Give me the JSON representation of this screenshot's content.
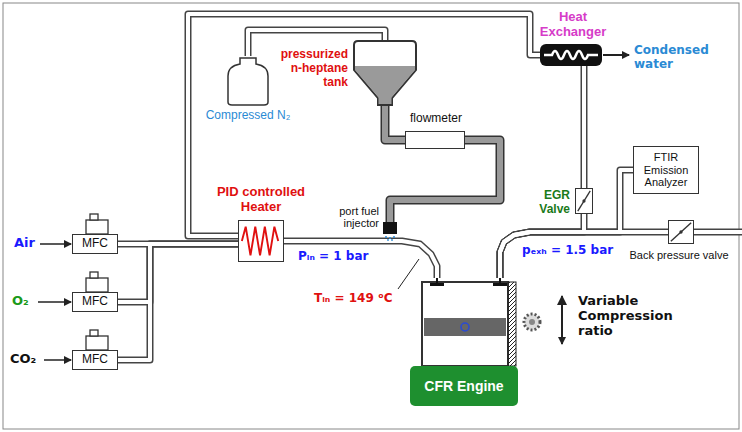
{
  "diagram": {
    "nodes": [
      {
        "text": [
          "MFC"
        ]
      },
      {
        "text": [
          "MFC"
        ]
      },
      {
        "text": [
          "MFC"
        ]
      },
      {
        "text": [
          "PID controlled Heater"
        ]
      },
      {
        "text": [
          "Compressed N₂"
        ]
      },
      {
        "text": [
          "pressurized n-heptane tank"
        ]
      },
      {
        "text": [
          "flowmeter"
        ]
      },
      {
        "text": [
          "port fuel injector"
        ]
      },
      {
        "text": [
          "Heat Exchanger"
        ]
      },
      {
        "text": [
          "EGR Valve"
        ]
      },
      {
        "text": [
          "FTIR Emission Analyzer"
        ]
      },
      {
        "text": [
          "Back pressure valve"
        ]
      },
      {
        "text": [
          "CFR Engine"
        ]
      }
    ],
    "edges": [
      {
        "from": 0,
        "to": 3,
        "arrow": "none"
      },
      {
        "from": 1,
        "to": 3,
        "arrow": "none"
      },
      {
        "from": 2,
        "to": 3,
        "arrow": "none"
      },
      {
        "from": 3,
        "to": 12,
        "arrow": "none"
      },
      {
        "from": 4,
        "to": 5,
        "arrow": "none"
      },
      {
        "from": 5,
        "to": 6,
        "arrow": "none"
      },
      {
        "from": 6,
        "to": 7,
        "arrow": "none"
      },
      {
        "from": 8,
        "to": 3,
        "arrow": "none"
      },
      {
        "from": 12,
        "to": 9,
        "arrow": "none"
      },
      {
        "from": 9,
        "to": 8,
        "arrow": "none"
      },
      {
        "from": 12,
        "to": 10,
        "arrow": "none"
      },
      {
        "from": 12,
        "to": 11,
        "arrow": "none"
      }
    ],
    "labels": [
      "Air",
      "O₂",
      "CO₂",
      "Pᵢₙ = 1 bar",
      "Tᵢₙ = 149 ᵒC",
      "Condensed water",
      "pₑₓₕ = 1.5 bar",
      "Variable Compression ratio"
    ]
  }
}
